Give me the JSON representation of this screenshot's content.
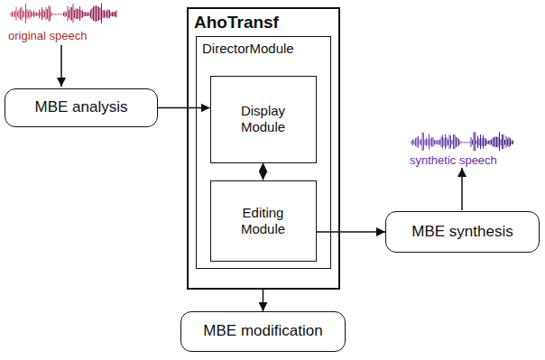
{
  "diagram": {
    "nodes": [
      {
        "text": [
          "MBE analysis"
        ]
      },
      {
        "text": [
          "AhoTransf"
        ]
      },
      {
        "text": [
          "DirectorModule"
        ],
        "in": 1
      },
      {
        "text": [
          "Display Module"
        ],
        "in": 2
      },
      {
        "text": [
          "Editing Module"
        ],
        "in": 2
      },
      {
        "text": [
          "MBE synthesis"
        ]
      },
      {
        "text": [
          "MBE modification"
        ]
      }
    ],
    "edges": [
      {
        "from": 0,
        "to": 3,
        "arrow": "to"
      },
      {
        "from": 3,
        "to": 4,
        "arrow": "both"
      },
      {
        "from": 4,
        "to": 5,
        "arrow": "to"
      },
      {
        "from": 1,
        "to": 6,
        "arrow": "to"
      }
    ],
    "labels": [
      "original speech",
      "synthetic speech"
    ]
  }
}
